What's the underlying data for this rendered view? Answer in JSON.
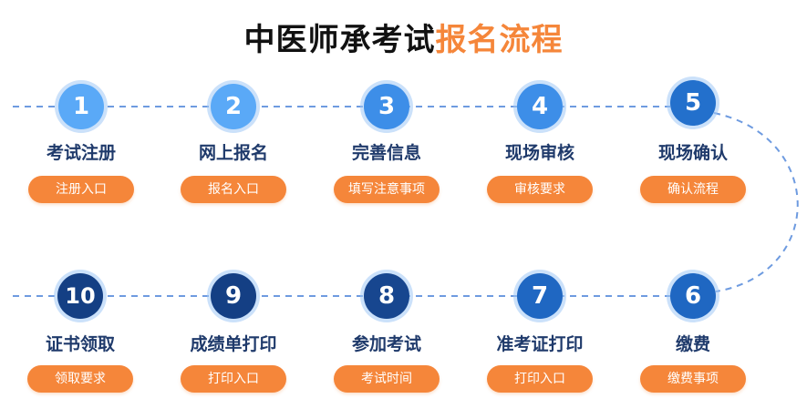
{
  "title": {
    "part1": "中医师承考试",
    "part2": "报名流程"
  },
  "colors": {
    "title_dark": "#111111",
    "title_accent": "#f5863a",
    "label": "#1f3a6b",
    "pill": "#f5863a",
    "dash_line": "#6e9be0"
  },
  "steps": [
    {
      "num": "1",
      "label": "考试注册",
      "button": "注册入口",
      "color": "#5aa9f7"
    },
    {
      "num": "2",
      "label": "网上报名",
      "button": "报名入口",
      "color": "#5aa9f7"
    },
    {
      "num": "3",
      "label": "完善信息",
      "button": "填写注意事项",
      "color": "#3d8ee8"
    },
    {
      "num": "4",
      "label": "现场审核",
      "button": "审核要求",
      "color": "#3d8ee8"
    },
    {
      "num": "5",
      "label": "现场确认",
      "button": "确认流程",
      "color": "#2370cc"
    },
    {
      "num": "6",
      "label": "缴费",
      "button": "缴费事项",
      "color": "#1f67c2"
    },
    {
      "num": "7",
      "label": "准考证打印",
      "button": "打印入口",
      "color": "#1f67c2"
    },
    {
      "num": "8",
      "label": "参加考试",
      "button": "考试时间",
      "color": "#17468f"
    },
    {
      "num": "9",
      "label": "成绩单打印",
      "button": "打印入口",
      "color": "#143f84"
    },
    {
      "num": "10",
      "label": "证书领取",
      "button": "领取要求",
      "color": "#143f84"
    }
  ]
}
